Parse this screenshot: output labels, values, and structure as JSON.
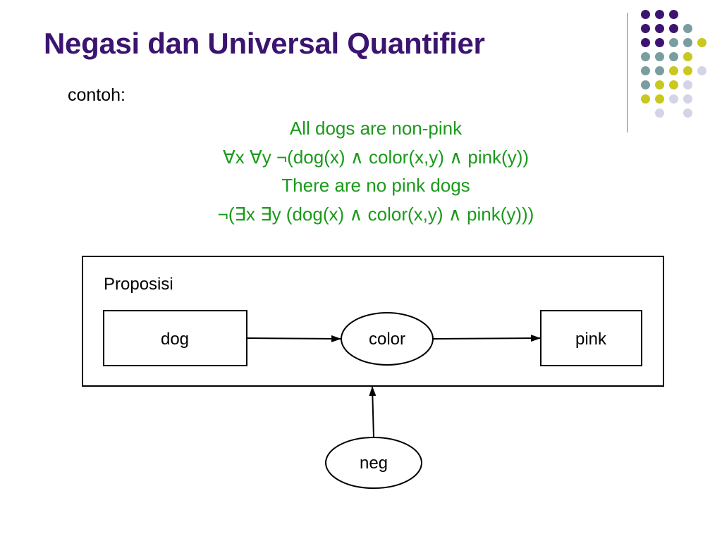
{
  "slide": {
    "title": "Negasi dan Universal Quantifier",
    "contoh_label": "contoh:",
    "formulas": [
      "All dogs are non-pink",
      "∀x ∀y ¬(dog(x) ∧ color(x,y) ∧ pink(y))",
      "There are no pink dogs",
      "¬(∃x ∃y (dog(x) ∧ color(x,y) ∧ pink(y)))"
    ]
  },
  "diagram": {
    "container_label": "Proposisi",
    "nodes": {
      "dog": "dog",
      "color": "color",
      "pink": "pink",
      "neg": "neg"
    }
  },
  "colors": {
    "title": "#3b1470",
    "formula": "#1a9a1a",
    "dot_purple": "#3b1470",
    "dot_teal": "#7a9e9f",
    "dot_yellow": "#c8c81e",
    "dot_lavender": "#d4d4e8"
  }
}
